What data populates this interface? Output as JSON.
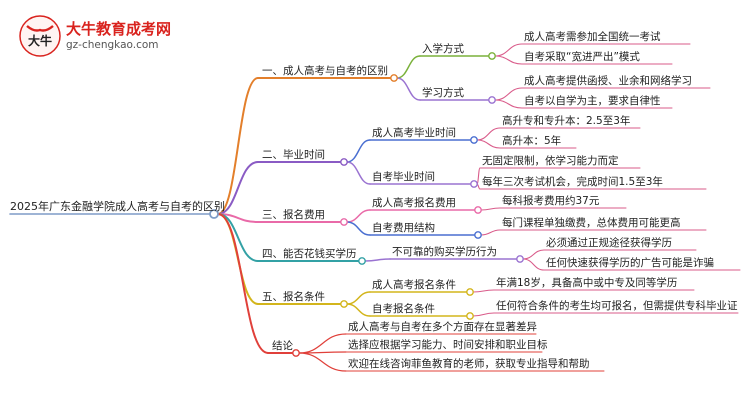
{
  "brand": {
    "name": "大牛教育成考网",
    "domain": "gz-chengkao.com",
    "logo_text": "大牛"
  },
  "colors": {
    "branch1": "#e37f2b",
    "branch2": "#8a5bc4",
    "branch3": "#e96aa8",
    "branch4": "#33a1a5",
    "branch5": "#d3b51c",
    "branch6": "#e0403a",
    "l2_green": "#7ab13a",
    "l2_purple": "#9a73d1",
    "l2_blue": "#4a6fd1",
    "l3_pink": "#d95b8a",
    "root_ring": "#7e9cc7"
  },
  "root": {
    "label": "2025年广东金融学院成人高考与自考的区别"
  },
  "branches": [
    {
      "label": "一、成人高考与自考的区别",
      "children": [
        {
          "label": "入学方式",
          "leaves": [
            "成人高考需参加全国统一考试",
            "自考采取“宽进严出”模式"
          ]
        },
        {
          "label": "学习方式",
          "leaves": [
            "成人高考提供函授、业余和网络学习",
            "自考以自学为主，要求自律性"
          ]
        }
      ]
    },
    {
      "label": "二、毕业时间",
      "children": [
        {
          "label": "成人高考毕业时间",
          "leaves": [
            "高升专和专升本：2.5至3年",
            "高升本：5年"
          ]
        },
        {
          "label": "自考毕业时间",
          "leaves": [
            "无固定限制，依学习能力而定",
            "每年三次考试机会，完成时间1.5至3年"
          ]
        }
      ]
    },
    {
      "label": "三、报名费用",
      "children": [
        {
          "label": "成人高考报名费用",
          "leaves": [
            "每科报考费用约37元"
          ]
        },
        {
          "label": "自考费用结构",
          "leaves": [
            "每门课程单独缴费，总体费用可能更高"
          ]
        }
      ]
    },
    {
      "label": "四、能否花钱买学历",
      "children": [
        {
          "label": "不可靠的购买学历行为",
          "leaves": [
            "必须通过正规途径获得学历",
            "任何快速获得学历的广告可能是诈骗"
          ]
        }
      ]
    },
    {
      "label": "五、报名条件",
      "children": [
        {
          "label": "成人高考报名条件",
          "leaves": [
            "年满18岁，具备高中或中专及同等学历"
          ]
        },
        {
          "label": "自考报名条件",
          "leaves": [
            "任何符合条件的考生均可报名，但需提供专科毕业证"
          ]
        }
      ]
    },
    {
      "label": "结论",
      "children": [],
      "leaves": [
        "成人高考与自考在多个方面存在显著差异",
        "选择应根据学习能力、时间安排和职业目标",
        "欢迎在线咨询菲鱼教育的老师，获取专业指导和帮助"
      ]
    }
  ]
}
